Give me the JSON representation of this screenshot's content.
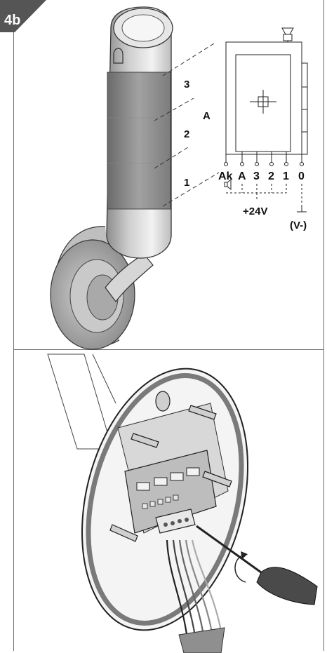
{
  "figure": {
    "badge": "4b",
    "light_labels": {
      "segment_3": "3",
      "segment_2": "2",
      "segment_1": "1",
      "group": "A"
    },
    "terminals": [
      "Ak",
      "A",
      "3",
      "2",
      "1",
      "0"
    ],
    "supply_positive": "+24V",
    "supply_negative": "(V-)"
  }
}
